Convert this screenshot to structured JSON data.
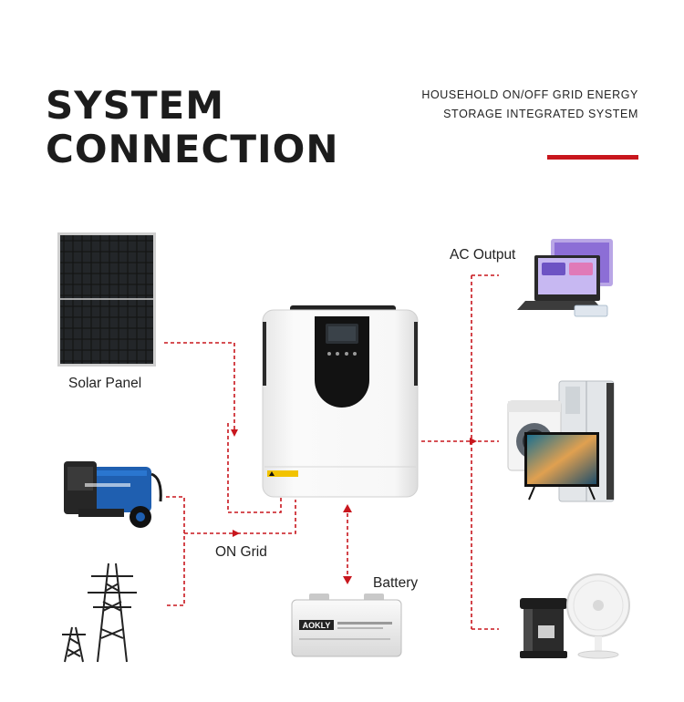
{
  "header": {
    "title_line1": "SYSTEM",
    "title_line2": "CONNECTION",
    "subtitle_line1": "HOUSEHOLD ON/OFF GRID ENERGY",
    "subtitle_line2": "STORAGE INTEGRATED SYSTEM"
  },
  "labels": {
    "solar_panel": "Solar Panel",
    "on_grid": "ON Grid",
    "battery": "Battery",
    "ac_output": "AC Output"
  },
  "battery_brand": "AOKLY",
  "colors": {
    "accent": "#c8161d",
    "connector": "#c8161d",
    "inverter_body": "#f4f4f4",
    "inverter_display": "#111111",
    "generator_blue": "#1f5fb0"
  }
}
